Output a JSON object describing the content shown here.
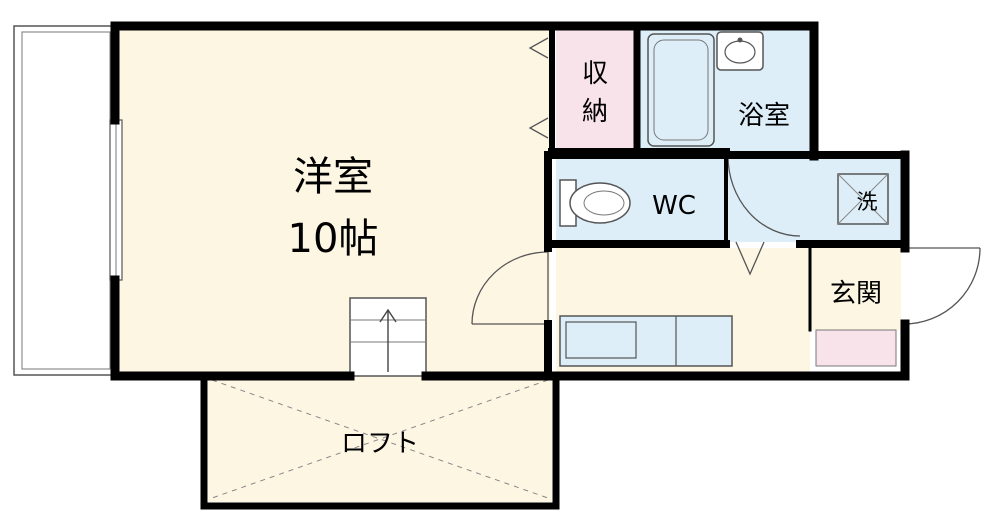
{
  "plan": {
    "rooms": {
      "western_room": {
        "name": "洋室",
        "size": "10帖"
      },
      "storage": {
        "name": "収納",
        "line1": "収",
        "line2": "納"
      },
      "bath": {
        "name": "浴室"
      },
      "toilet": {
        "name": "WC"
      },
      "washer": {
        "name": "洗"
      },
      "entrance": {
        "name": "玄関"
      },
      "loft": {
        "name": "ロフト"
      }
    },
    "colors": {
      "wall": "#000000",
      "floor_beige": "#fdf6e3",
      "wet_blue": "#ddeef8",
      "storage_pink": "#f9e3ea",
      "line_gray": "#666666"
    }
  }
}
